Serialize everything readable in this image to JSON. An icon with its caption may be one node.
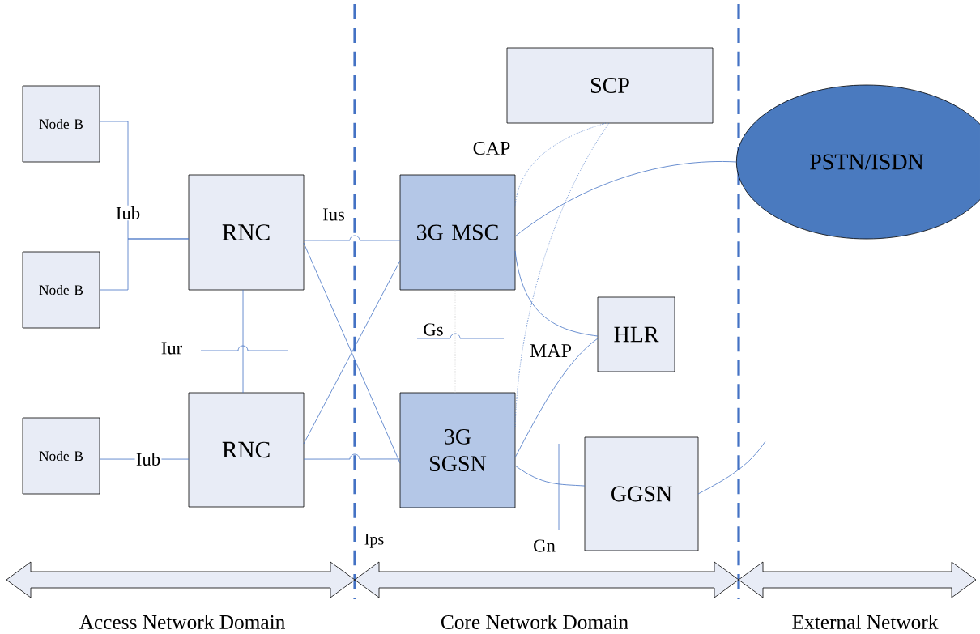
{
  "diagram": {
    "nodes": [
      {
        "text": [
          "Node B"
        ]
      },
      {
        "text": [
          "Node B"
        ]
      },
      {
        "text": [
          "Node B"
        ]
      },
      {
        "text": [
          "RNC"
        ]
      },
      {
        "text": [
          "RNC"
        ]
      },
      {
        "text": [
          "3G MSC"
        ]
      },
      {
        "text": [
          "3G SGSN"
        ]
      },
      {
        "text": [
          "SCP"
        ]
      },
      {
        "text": [
          "PSTN/ISDN"
        ]
      },
      {
        "text": [
          "HLR"
        ]
      },
      {
        "text": [
          "GGSN"
        ]
      }
    ],
    "edges": [
      {
        "from": 0,
        "to": 3,
        "arrow": "none",
        "label": "Iub"
      },
      {
        "from": 1,
        "to": 3,
        "arrow": "none"
      },
      {
        "from": 2,
        "to": 4,
        "arrow": "none",
        "label": "Iub"
      },
      {
        "from": 3,
        "to": 4,
        "arrow": "none"
      },
      {
        "from": 3,
        "to": 5,
        "arrow": "none"
      },
      {
        "from": 3,
        "to": 6,
        "arrow": "none"
      },
      {
        "from": 4,
        "to": 5,
        "arrow": "none"
      },
      {
        "from": 4,
        "to": 6,
        "arrow": "none"
      },
      {
        "from": 5,
        "to": 8,
        "arrow": "none"
      },
      {
        "from": 5,
        "to": 9,
        "arrow": "none"
      },
      {
        "from": 6,
        "to": 9,
        "arrow": "none"
      },
      {
        "from": 6,
        "to": 10,
        "arrow": "none"
      },
      {
        "from": 10,
        "to": null,
        "arrow": "none"
      },
      {
        "from": 7,
        "to": 5,
        "arrow": "none",
        "style": "dashed"
      },
      {
        "from": 7,
        "to": 6,
        "arrow": "none",
        "style": "dashed"
      },
      {
        "from": 5,
        "to": 6,
        "arrow": "none",
        "style": "dashed",
        "color": "#c8c8c8"
      }
    ],
    "labels": [
      "CAP",
      "Ius",
      "Gs",
      "Iur",
      "MAP",
      "Ips",
      "Gn",
      "Access Network Domain",
      "Core Network Domain",
      "External Network"
    ]
  }
}
